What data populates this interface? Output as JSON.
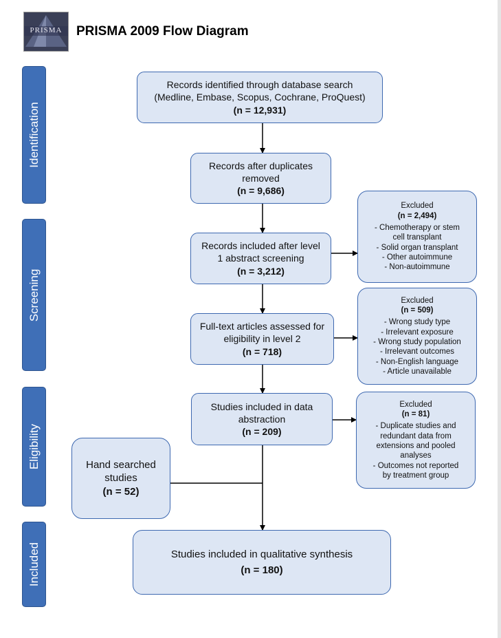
{
  "header": {
    "logo_text": "PRISMA",
    "title": "PRISMA 2009 Flow Diagram"
  },
  "phases": {
    "identification": "Identification",
    "screening": "Screening",
    "eligibility": "Eligibility",
    "included": "Included"
  },
  "boxes": {
    "database_search": {
      "lines": [
        "Records identified through database search",
        "(Medline, Embase, Scopus, Cochrane, ProQuest)"
      ],
      "n": "(n = 12,931)"
    },
    "duplicates_removed": {
      "lines": [
        "Records after duplicates",
        "removed"
      ],
      "n": "(n = 9,686)"
    },
    "level1_screening": {
      "lines": [
        "Records included after level",
        "1 abstract screening"
      ],
      "n": "(n = 3,212)"
    },
    "fulltext_assessed": {
      "lines": [
        "Full-text articles assessed for",
        "eligibility in level 2"
      ],
      "n": "(n = 718)"
    },
    "data_abstraction": {
      "lines": [
        "Studies included in data",
        "abstraction"
      ],
      "n": "(n = 209)"
    },
    "hand_searched": {
      "lines": [
        "Hand searched",
        "studies"
      ],
      "n": "(n = 52)"
    },
    "qualitative_synthesis": {
      "lines": [
        "Studies included in qualitative synthesis"
      ],
      "n": "(n = 180)"
    }
  },
  "excluded": {
    "level1": {
      "heading": "Excluded",
      "n": "(n = 2,494)",
      "reasons": [
        "- Chemotherapy or stem",
        "cell transplant",
        "- Solid organ transplant",
        "- Other autoimmune",
        "- Non-autoimmune"
      ]
    },
    "level2": {
      "heading": "Excluded",
      "n": "(n = 509)",
      "reasons": [
        "- Wrong study type",
        "- Irrelevant exposure",
        "- Wrong study population",
        "- Irrelevant outcomes",
        "- Non-English language",
        "- Article unavailable"
      ]
    },
    "abstraction": {
      "heading": "Excluded",
      "n": "(n = 81)",
      "reasons": [
        "- Duplicate studies and",
        "redundant data from",
        "extensions and pooled",
        "analyses",
        "- Outcomes not reported",
        "by treatment group"
      ]
    }
  },
  "colors": {
    "phase_fill": "#3f6fb7",
    "box_fill": "#dde6f4",
    "box_border": "#3d68b0",
    "arrow": "#000000"
  }
}
